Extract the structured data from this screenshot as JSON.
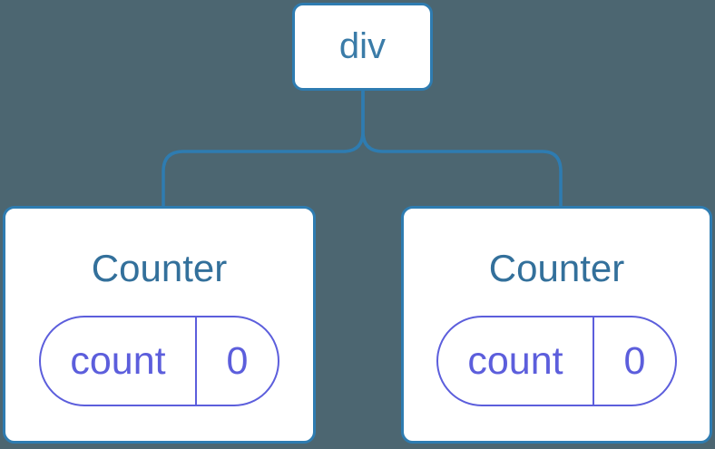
{
  "diagram": {
    "kind": "component-tree",
    "root": {
      "label": "div"
    },
    "children": [
      {
        "title": "Counter",
        "state": {
          "name": "count",
          "value": "0"
        }
      },
      {
        "title": "Counter",
        "state": {
          "name": "count",
          "value": "0"
        }
      }
    ]
  },
  "colors": {
    "canvas-bg": "#4C6671",
    "node-bg": "#FFFFFF",
    "node-border": "#2E7CB1",
    "connector": "#2E7CB1",
    "root-label": "#3B7CA8",
    "component-title": "#33709B",
    "state-accent": "#5C5EDC"
  }
}
